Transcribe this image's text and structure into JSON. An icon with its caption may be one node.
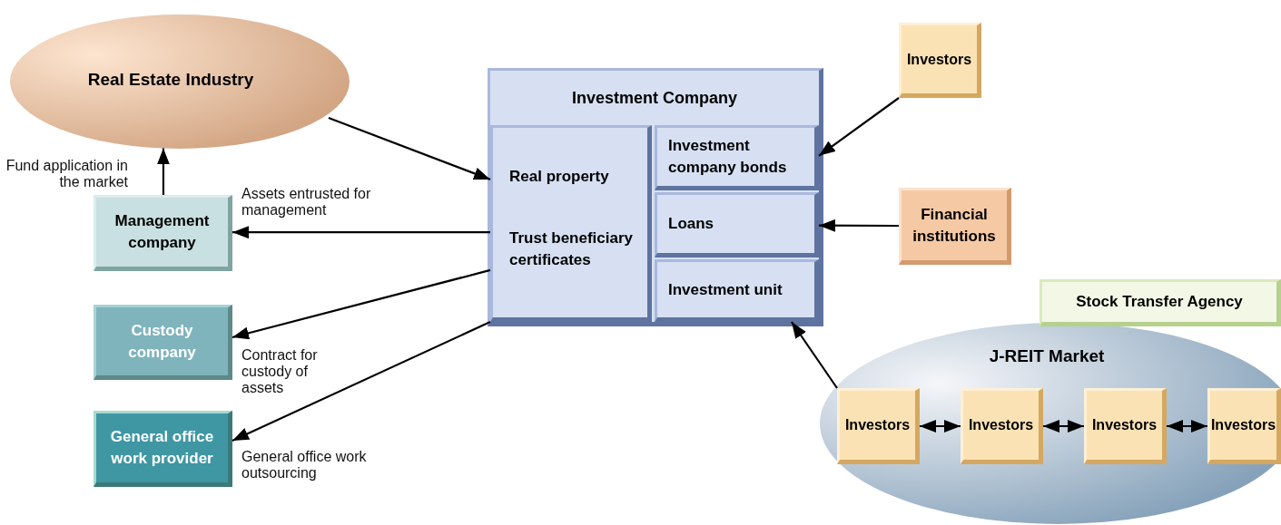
{
  "diagram": {
    "nodes": [
      {
        "text": [
          "Real Estate Industry"
        ]
      },
      {
        "text": [
          "Management company"
        ]
      },
      {
        "text": [
          "Custody company"
        ]
      },
      {
        "text": [
          "General office work provider"
        ]
      },
      {
        "text": [
          "Investment Company"
        ]
      },
      {
        "text": [
          "Real property",
          "Trust beneficiary certificates"
        ],
        "in": 4
      },
      {
        "text": [
          "Investment company bonds"
        ],
        "in": 4
      },
      {
        "text": [
          "Loans"
        ],
        "in": 4
      },
      {
        "text": [
          "Investment unit"
        ],
        "in": 4
      },
      {
        "text": [
          "Investors"
        ]
      },
      {
        "text": [
          "Financial institutions"
        ]
      },
      {
        "text": [
          "Stock Transfer Agency"
        ]
      },
      {
        "text": [
          "J-REIT Market"
        ]
      },
      {
        "text": [
          "Investors"
        ],
        "in": 12
      },
      {
        "text": [
          "Investors"
        ],
        "in": 12
      },
      {
        "text": [
          "Investors"
        ],
        "in": 12
      },
      {
        "text": [
          "Investors"
        ],
        "in": 12
      }
    ],
    "edges": [
      {
        "from": 0,
        "to": 5,
        "arrow": "to"
      },
      {
        "from": 1,
        "to": 0,
        "arrow": "to",
        "label": "Fund application in the market"
      },
      {
        "from": 5,
        "to": 1,
        "arrow": "to",
        "label": "Assets entrusted for management"
      },
      {
        "from": 5,
        "to": 2,
        "arrow": "to",
        "label": "Contract for custody of assets"
      },
      {
        "from": 5,
        "to": 3,
        "arrow": "to",
        "label": "General office work outsourcing"
      },
      {
        "from": 9,
        "to": 6,
        "arrow": "to"
      },
      {
        "from": 10,
        "to": 7,
        "arrow": "to"
      },
      {
        "from": 13,
        "to": 8,
        "arrow": "to"
      },
      {
        "from": 13,
        "to": 14,
        "arrow": "both"
      },
      {
        "from": 14,
        "to": 15,
        "arrow": "both"
      },
      {
        "from": 15,
        "to": 16,
        "arrow": "both"
      }
    ]
  }
}
